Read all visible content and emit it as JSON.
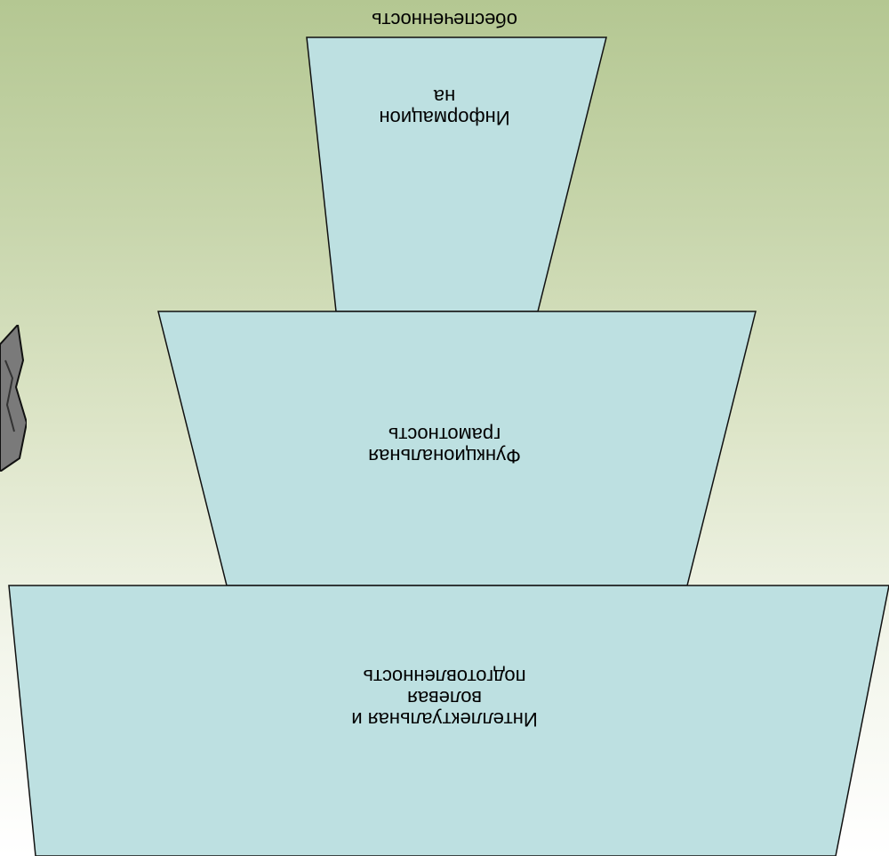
{
  "diagram": {
    "clipped_top_text": "обеспеченность",
    "levels": [
      {
        "id": "info",
        "lines": [
          "Информацион",
          "на"
        ]
      },
      {
        "id": "functional",
        "lines": [
          "Функциональная",
          "грамотность"
        ]
      },
      {
        "id": "intellectual",
        "lines": [
          "Интеллектуальная и",
          "волевая",
          "подготовленность"
        ]
      }
    ],
    "colors": {
      "fill": "#bde0e1",
      "stroke": "#111111",
      "figure": "#7a7a7a"
    }
  }
}
